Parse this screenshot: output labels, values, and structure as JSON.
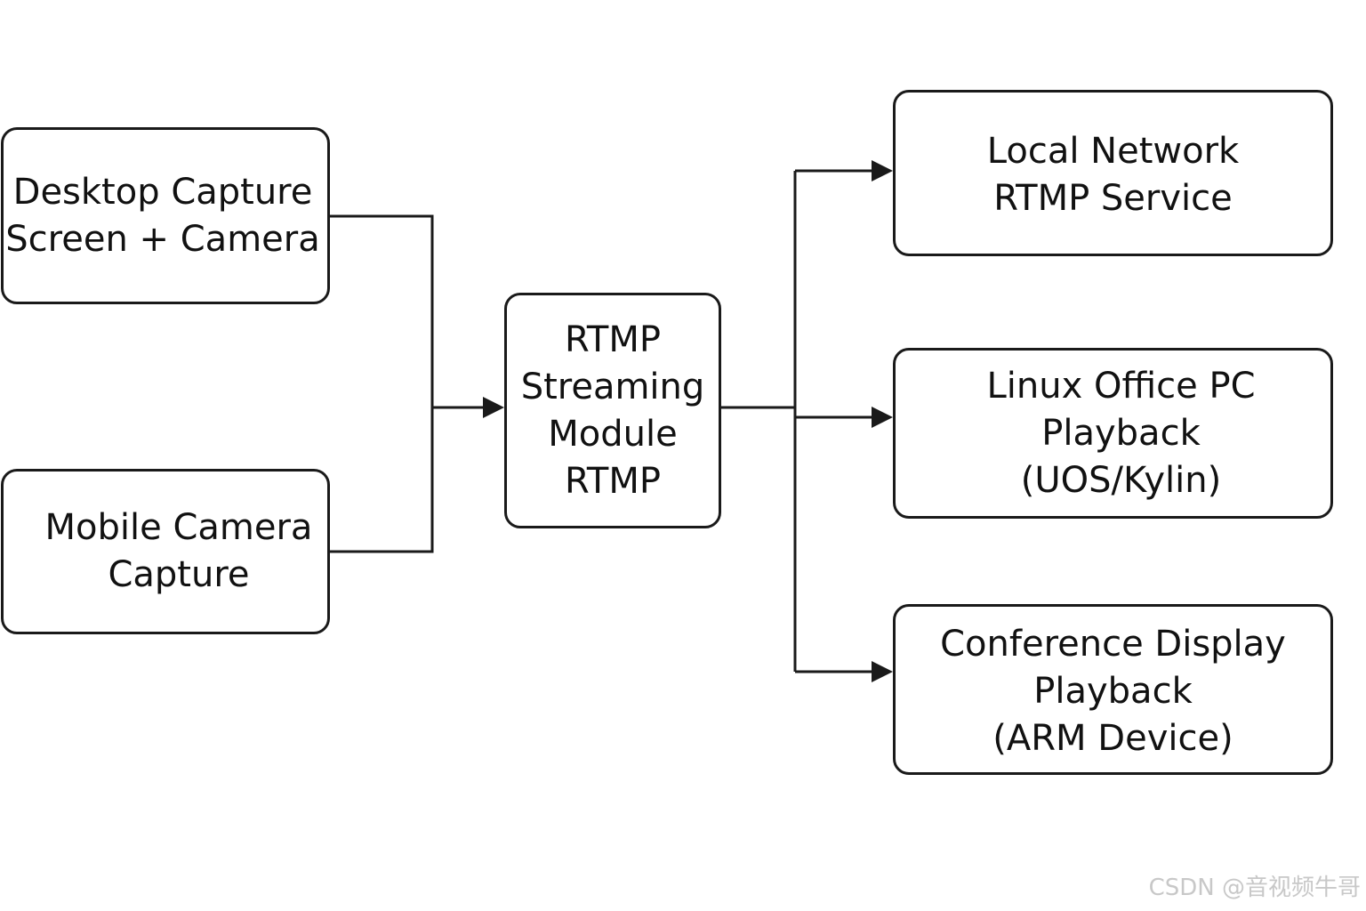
{
  "nodes": {
    "desktop_capture": {
      "lines": [
        "Desktop Capture",
        "Screen + Camera"
      ]
    },
    "mobile_capture": {
      "lines": [
        "Mobile Camera",
        "Capture"
      ]
    },
    "streaming_module": {
      "lines": [
        "RTMP",
        "Streaming",
        "Module",
        "RTMP"
      ]
    },
    "local_network": {
      "lines": [
        "Local Network",
        "RTMP Service"
      ]
    },
    "linux_office": {
      "lines": [
        "Linux Office PC",
        "Playback",
        "(UOS/Kylin)"
      ]
    },
    "conference_display": {
      "lines": [
        "Conference Display",
        "Playback",
        "(ARM Device)"
      ]
    }
  },
  "edges": [
    {
      "from": "desktop_capture",
      "to": "streaming_module"
    },
    {
      "from": "mobile_capture",
      "to": "streaming_module"
    },
    {
      "from": "streaming_module",
      "to": "local_network"
    },
    {
      "from": "streaming_module",
      "to": "linux_office"
    },
    {
      "from": "streaming_module",
      "to": "conference_display"
    }
  ],
  "colors": {
    "stroke": "#1a1a1a",
    "text": "#111111",
    "background": "#ffffff",
    "watermark": "#c8c8c8"
  },
  "watermark": "CSDN @音视频牛哥"
}
